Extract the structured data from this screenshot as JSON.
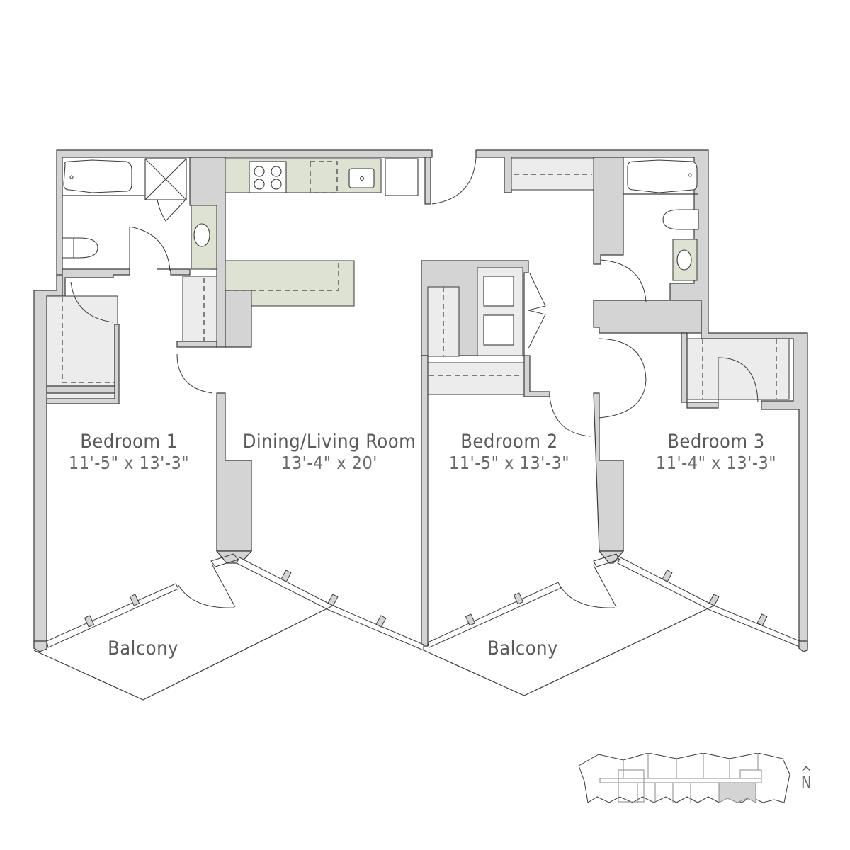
{
  "rooms": [
    {
      "name": "Bedroom 1",
      "dimensions": "11'-5\" x 13'-3\""
    },
    {
      "name": "Dining/Living Room",
      "dimensions": "13'-4\" x 20'"
    },
    {
      "name": "Bedroom 2",
      "dimensions": "11'-5\" x 13'-3\""
    },
    {
      "name": "Bedroom 3",
      "dimensions": "11'-4\" x 13'-3\""
    }
  ],
  "balconies": [
    {
      "name": "Balcony"
    },
    {
      "name": "Balcony"
    }
  ],
  "key_plan": {
    "highlight_color": "#d4d4d4",
    "north_label": "N",
    "north_arrow": "^"
  },
  "colors": {
    "wall": "#d4d4d4",
    "counter": "#dde2d2",
    "closet": "#ececec",
    "text": "#5a5a5a"
  }
}
